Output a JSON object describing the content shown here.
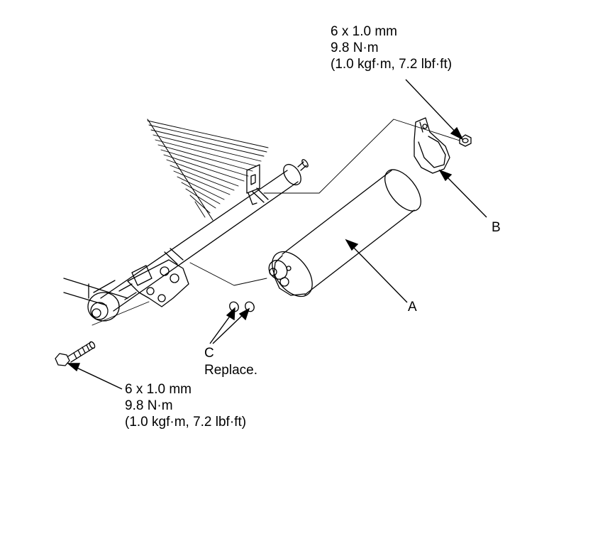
{
  "torque_spec_top": {
    "line1": "6 x 1.0 mm",
    "line2": "9.8 N·m",
    "line3": "(1.0 kgf·m, 7.2 lbf·ft)"
  },
  "torque_spec_bottom": {
    "line1": "6 x 1.0 mm",
    "line2": "9.8 N·m",
    "line3": "(1.0 kgf·m, 7.2 lbf·ft)"
  },
  "callouts": {
    "a": "A",
    "b": "B",
    "c": "C",
    "c_note": "Replace."
  },
  "colors": {
    "ink": "#000000",
    "background": "#ffffff"
  }
}
